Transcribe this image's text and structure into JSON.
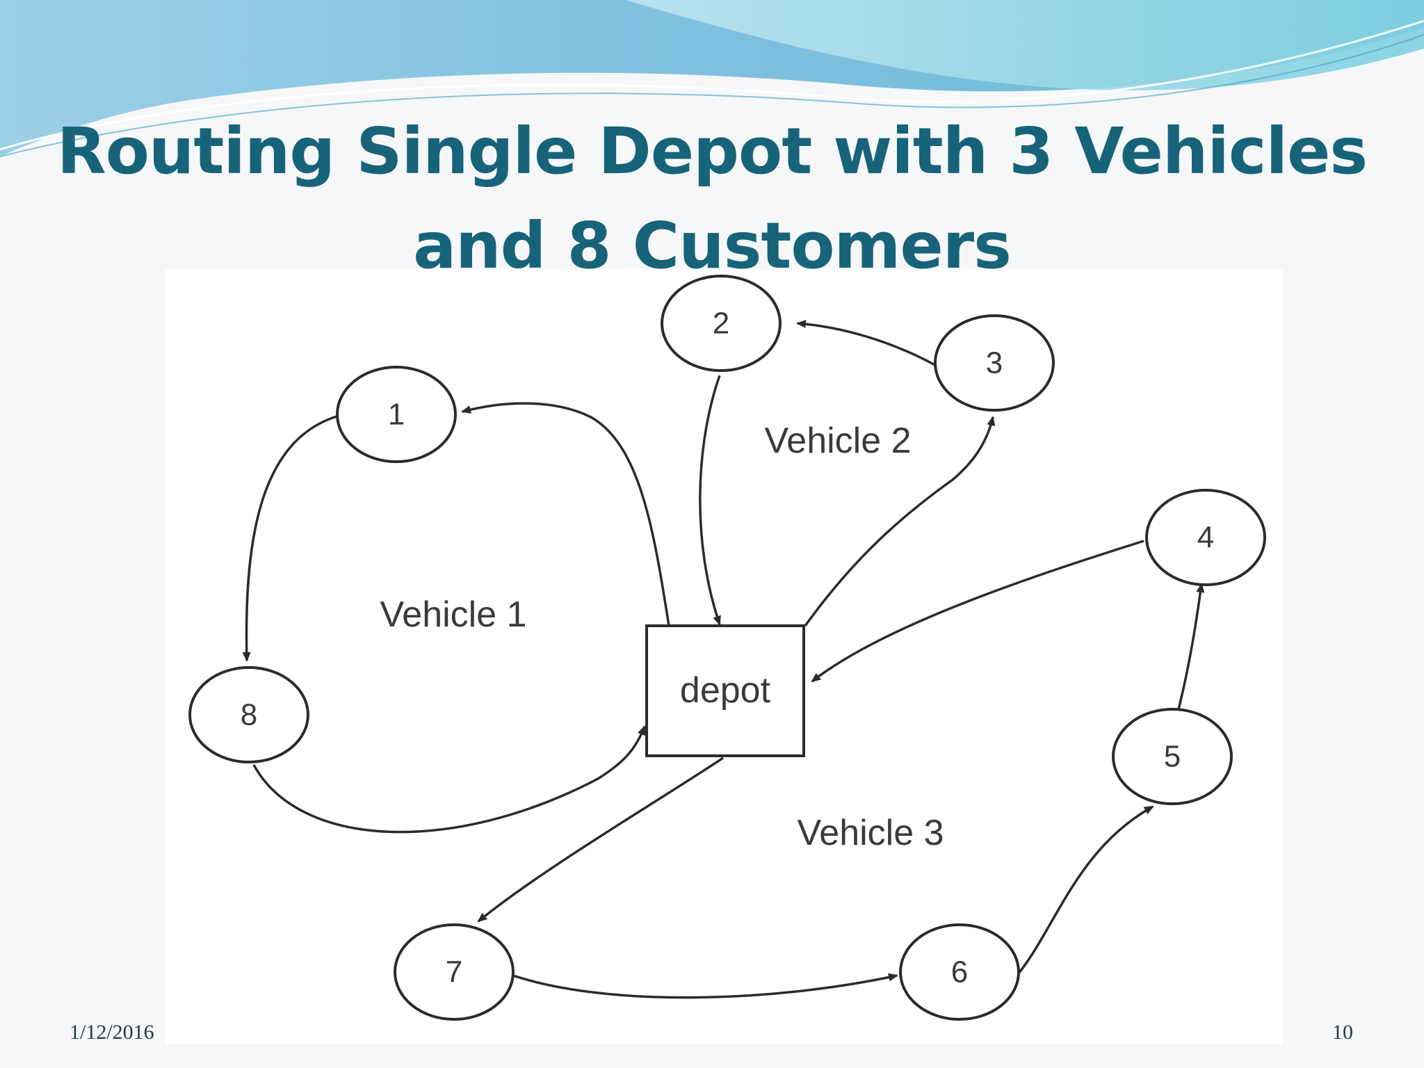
{
  "slide": {
    "title_line1": "Routing Single Depot with 3 Vehicles",
    "title_line2": "and 8 Customers",
    "date": "1/12/2016",
    "page_number": "10"
  },
  "diagram": {
    "depot_label": "depot",
    "nodes": [
      {
        "id": "1",
        "label": "1"
      },
      {
        "id": "2",
        "label": "2"
      },
      {
        "id": "3",
        "label": "3"
      },
      {
        "id": "4",
        "label": "4"
      },
      {
        "id": "5",
        "label": "5"
      },
      {
        "id": "6",
        "label": "6"
      },
      {
        "id": "7",
        "label": "7"
      },
      {
        "id": "8",
        "label": "8"
      }
    ],
    "vehicles": [
      {
        "label": "Vehicle 1",
        "route": [
          "depot",
          "1",
          "8",
          "depot"
        ]
      },
      {
        "label": "Vehicle 2",
        "route": [
          "depot",
          "3",
          "2",
          "depot"
        ]
      },
      {
        "label": "Vehicle 3",
        "route": [
          "depot",
          "7",
          "6",
          "5",
          "4",
          "depot"
        ]
      }
    ]
  },
  "colors": {
    "title": "#17637a",
    "wave_dark": "#5fb3d6",
    "wave_light": "#9fd8ea"
  }
}
